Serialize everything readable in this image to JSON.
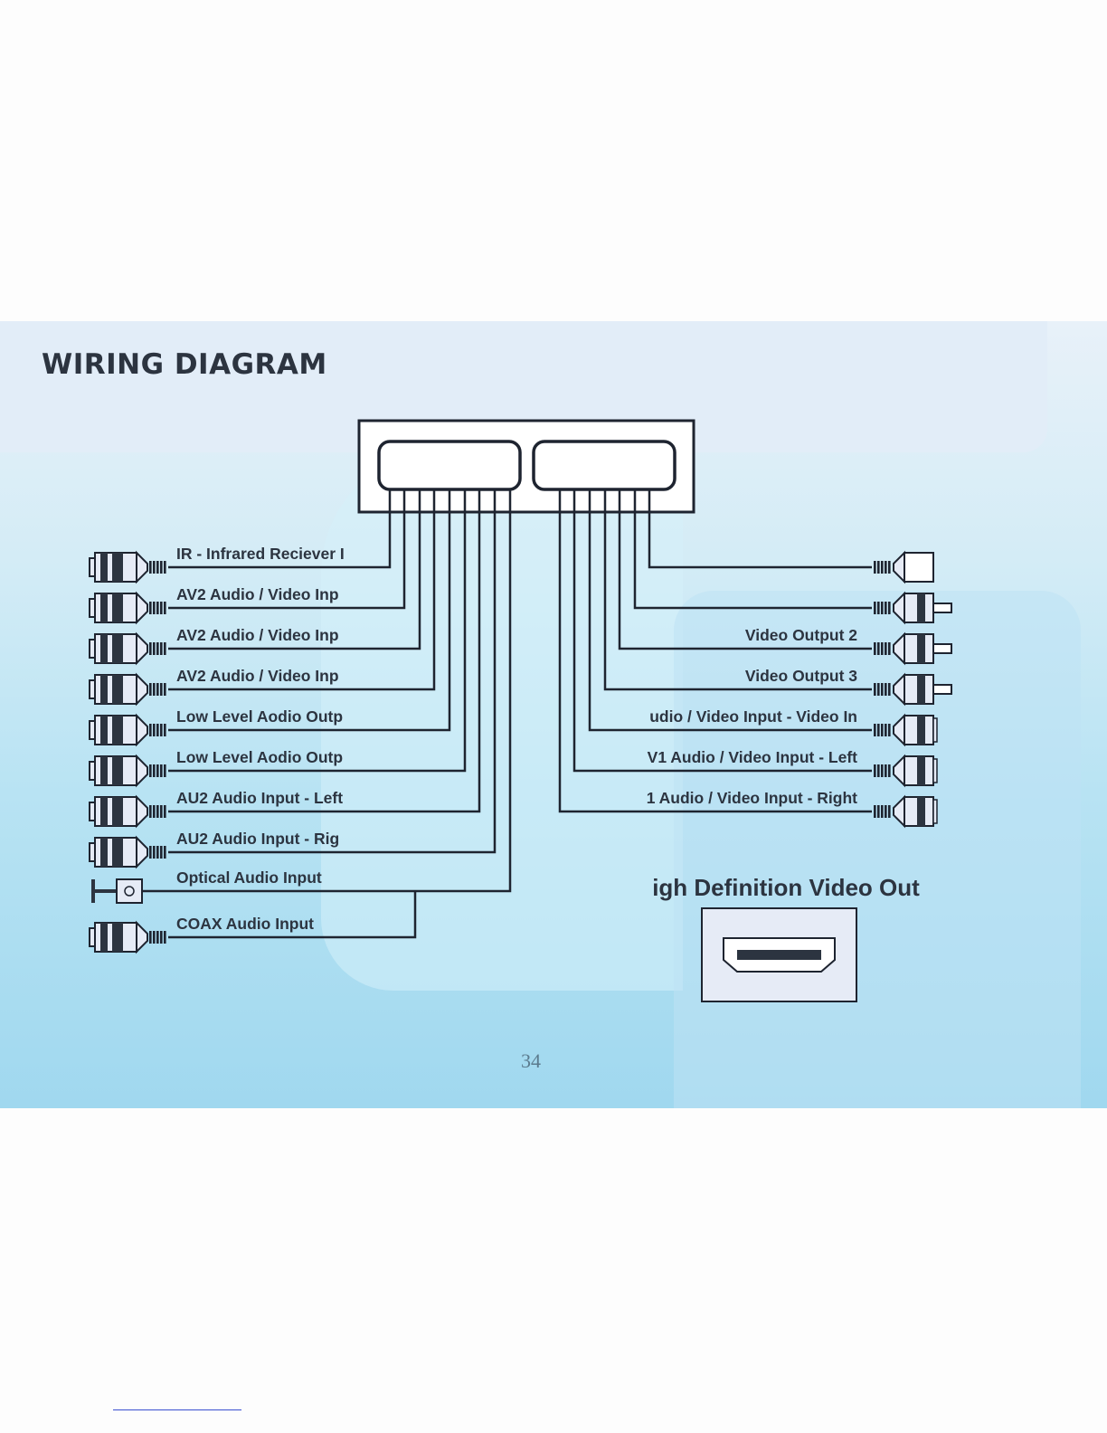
{
  "page": {
    "title": "WIRING DIAGRAM",
    "page_number": "34"
  },
  "diagram": {
    "left_connectors": [
      {
        "label": "IR - Infrared Reciever I",
        "type": "rca"
      },
      {
        "label": "AV2 Audio / Video Inp",
        "type": "rca"
      },
      {
        "label": "AV2 Audio / Video Inp",
        "type": "rca"
      },
      {
        "label": "AV2 Audio / Video Inp",
        "type": "rca"
      },
      {
        "label": "Low Level Aodio Outp",
        "type": "rca"
      },
      {
        "label": "Low Level Aodio Outp",
        "type": "rca"
      },
      {
        "label": "AU2 Audio Input - Left",
        "type": "rca"
      },
      {
        "label": "AU2 Audio Input - Rig",
        "type": "rca"
      },
      {
        "label": "Optical Audio Input",
        "type": "optical"
      },
      {
        "label": "COAX Audio Input",
        "type": "rca"
      }
    ],
    "right_connectors": [
      {
        "label": "",
        "type": "ir-plug"
      },
      {
        "label": "",
        "type": "rca-male"
      },
      {
        "label": "Video Output 2",
        "type": "rca-male"
      },
      {
        "label": "Video Output 3",
        "type": "rca-male"
      },
      {
        "label": "udio / Video Input - Video In",
        "type": "rca-female"
      },
      {
        "label": "V1 Audio / Video Input - Left",
        "type": "rca-female"
      },
      {
        "label": "1 Audio / Video Input - Right",
        "type": "rca-female"
      }
    ],
    "hdmi": {
      "label": "igh Definition Video Out",
      "icon": "hdmi-port-icon"
    },
    "colors": {
      "line": "#1e2430",
      "connector_fill": "#e6ebf6",
      "connector_dark": "#2c3440"
    }
  }
}
